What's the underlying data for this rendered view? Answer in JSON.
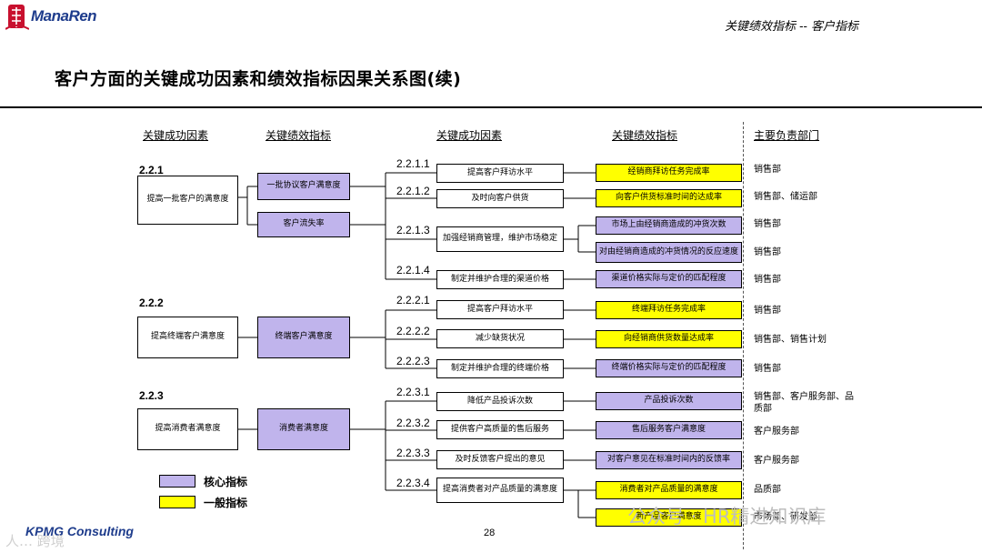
{
  "brand": {
    "logo_text": "ManaRen",
    "footer_logo": "KPMG Consulting"
  },
  "header": {
    "section": "关键绩效指标 -- 客户指标"
  },
  "title": "客户方面的关键成功因素和绩效指标因果关系图(续)",
  "columns": {
    "csf1": "关键成功因素",
    "kpi1": "关键绩效指标",
    "csf2": "关键成功因素",
    "kpi2": "关键绩效指标",
    "dept": "主要负责部门"
  },
  "sections": [
    {
      "id": "2.2.1",
      "factor": "提高一批客户的满意度",
      "kpis": [
        "一批协议客户满意度",
        "客户流失率"
      ]
    },
    {
      "id": "2.2.2",
      "factor": "提高终端客户满意度",
      "kpis": [
        "终端客户满意度"
      ]
    },
    {
      "id": "2.2.3",
      "factor": "提高消费者满意度",
      "kpis": [
        "消费者满意度"
      ]
    }
  ],
  "subfactors": [
    {
      "id": "2.2.1.1",
      "label": "提高客户拜访水平"
    },
    {
      "id": "2.2.1.2",
      "label": "及时向客户供货"
    },
    {
      "id": "2.2.1.3",
      "label": "加强经销商管理，维护市场稳定"
    },
    {
      "id": "2.2.1.4",
      "label": "制定并维护合理的渠道价格"
    },
    {
      "id": "2.2.2.1",
      "label": "提高客户拜访水平"
    },
    {
      "id": "2.2.2.2",
      "label": "减少缺货状况"
    },
    {
      "id": "2.2.2.3",
      "label": "制定并维护合理的终端价格"
    },
    {
      "id": "2.2.3.1",
      "label": "降低产品投诉次数"
    },
    {
      "id": "2.2.3.2",
      "label": "提供客户高质量的售后服务"
    },
    {
      "id": "2.2.3.3",
      "label": "及时反馈客户提出的意见"
    },
    {
      "id": "2.2.3.4",
      "label": "提高消费者对产品质量的满意度"
    }
  ],
  "kpis": [
    {
      "label": "经销商拜访任务完成率",
      "type": "general",
      "dept": "销售部"
    },
    {
      "label": "向客户供货标准时间的达成率",
      "type": "general",
      "dept": "销售部、储运部"
    },
    {
      "label": "市场上由经销商造成的冲货次数",
      "type": "core",
      "dept": "销售部"
    },
    {
      "label": "对由经销商造成的冲货情况的反应速度",
      "type": "core",
      "dept": "销售部"
    },
    {
      "label": "渠道价格实际与定价的匹配程度",
      "type": "core",
      "dept": "销售部"
    },
    {
      "label": "终端拜访任务完成率",
      "type": "general",
      "dept": "销售部"
    },
    {
      "label": "向经销商供货数量达成率",
      "type": "general",
      "dept": "销售部、销售计划"
    },
    {
      "label": "终端价格实际与定价的匹配程度",
      "type": "core",
      "dept": "销售部"
    },
    {
      "label": "产品投诉次数",
      "type": "core",
      "dept": "销售部、客户服务部、品质部"
    },
    {
      "label": "售后服务客户满意度",
      "type": "core",
      "dept": "客户服务部"
    },
    {
      "label": "对客户意见在标准时间内的反馈率",
      "type": "core",
      "dept": "客户服务部"
    },
    {
      "label": "消费者对产品质量的满意度",
      "type": "general",
      "dept": "品质部"
    },
    {
      "label": "新产品客户满意度",
      "type": "general",
      "dept": "市场部、研发部"
    }
  ],
  "legend": {
    "core": "核心指标",
    "general": "一般指标"
  },
  "colors": {
    "core": "#c0b4ec",
    "general": "#ffff00",
    "brand": "#1e3c8c"
  },
  "page_number": "28",
  "watermarks": {
    "right": "公众号 · HR精进知识库",
    "left": "人… 跨境"
  }
}
